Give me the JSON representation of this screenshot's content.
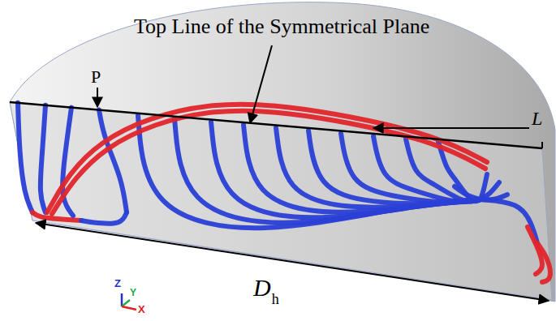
{
  "diagram": {
    "labels": [
      "Top Line of the Symmetrical Plane",
      "P",
      "L",
      "D",
      "h",
      "Z",
      "Y",
      "X"
    ]
  }
}
